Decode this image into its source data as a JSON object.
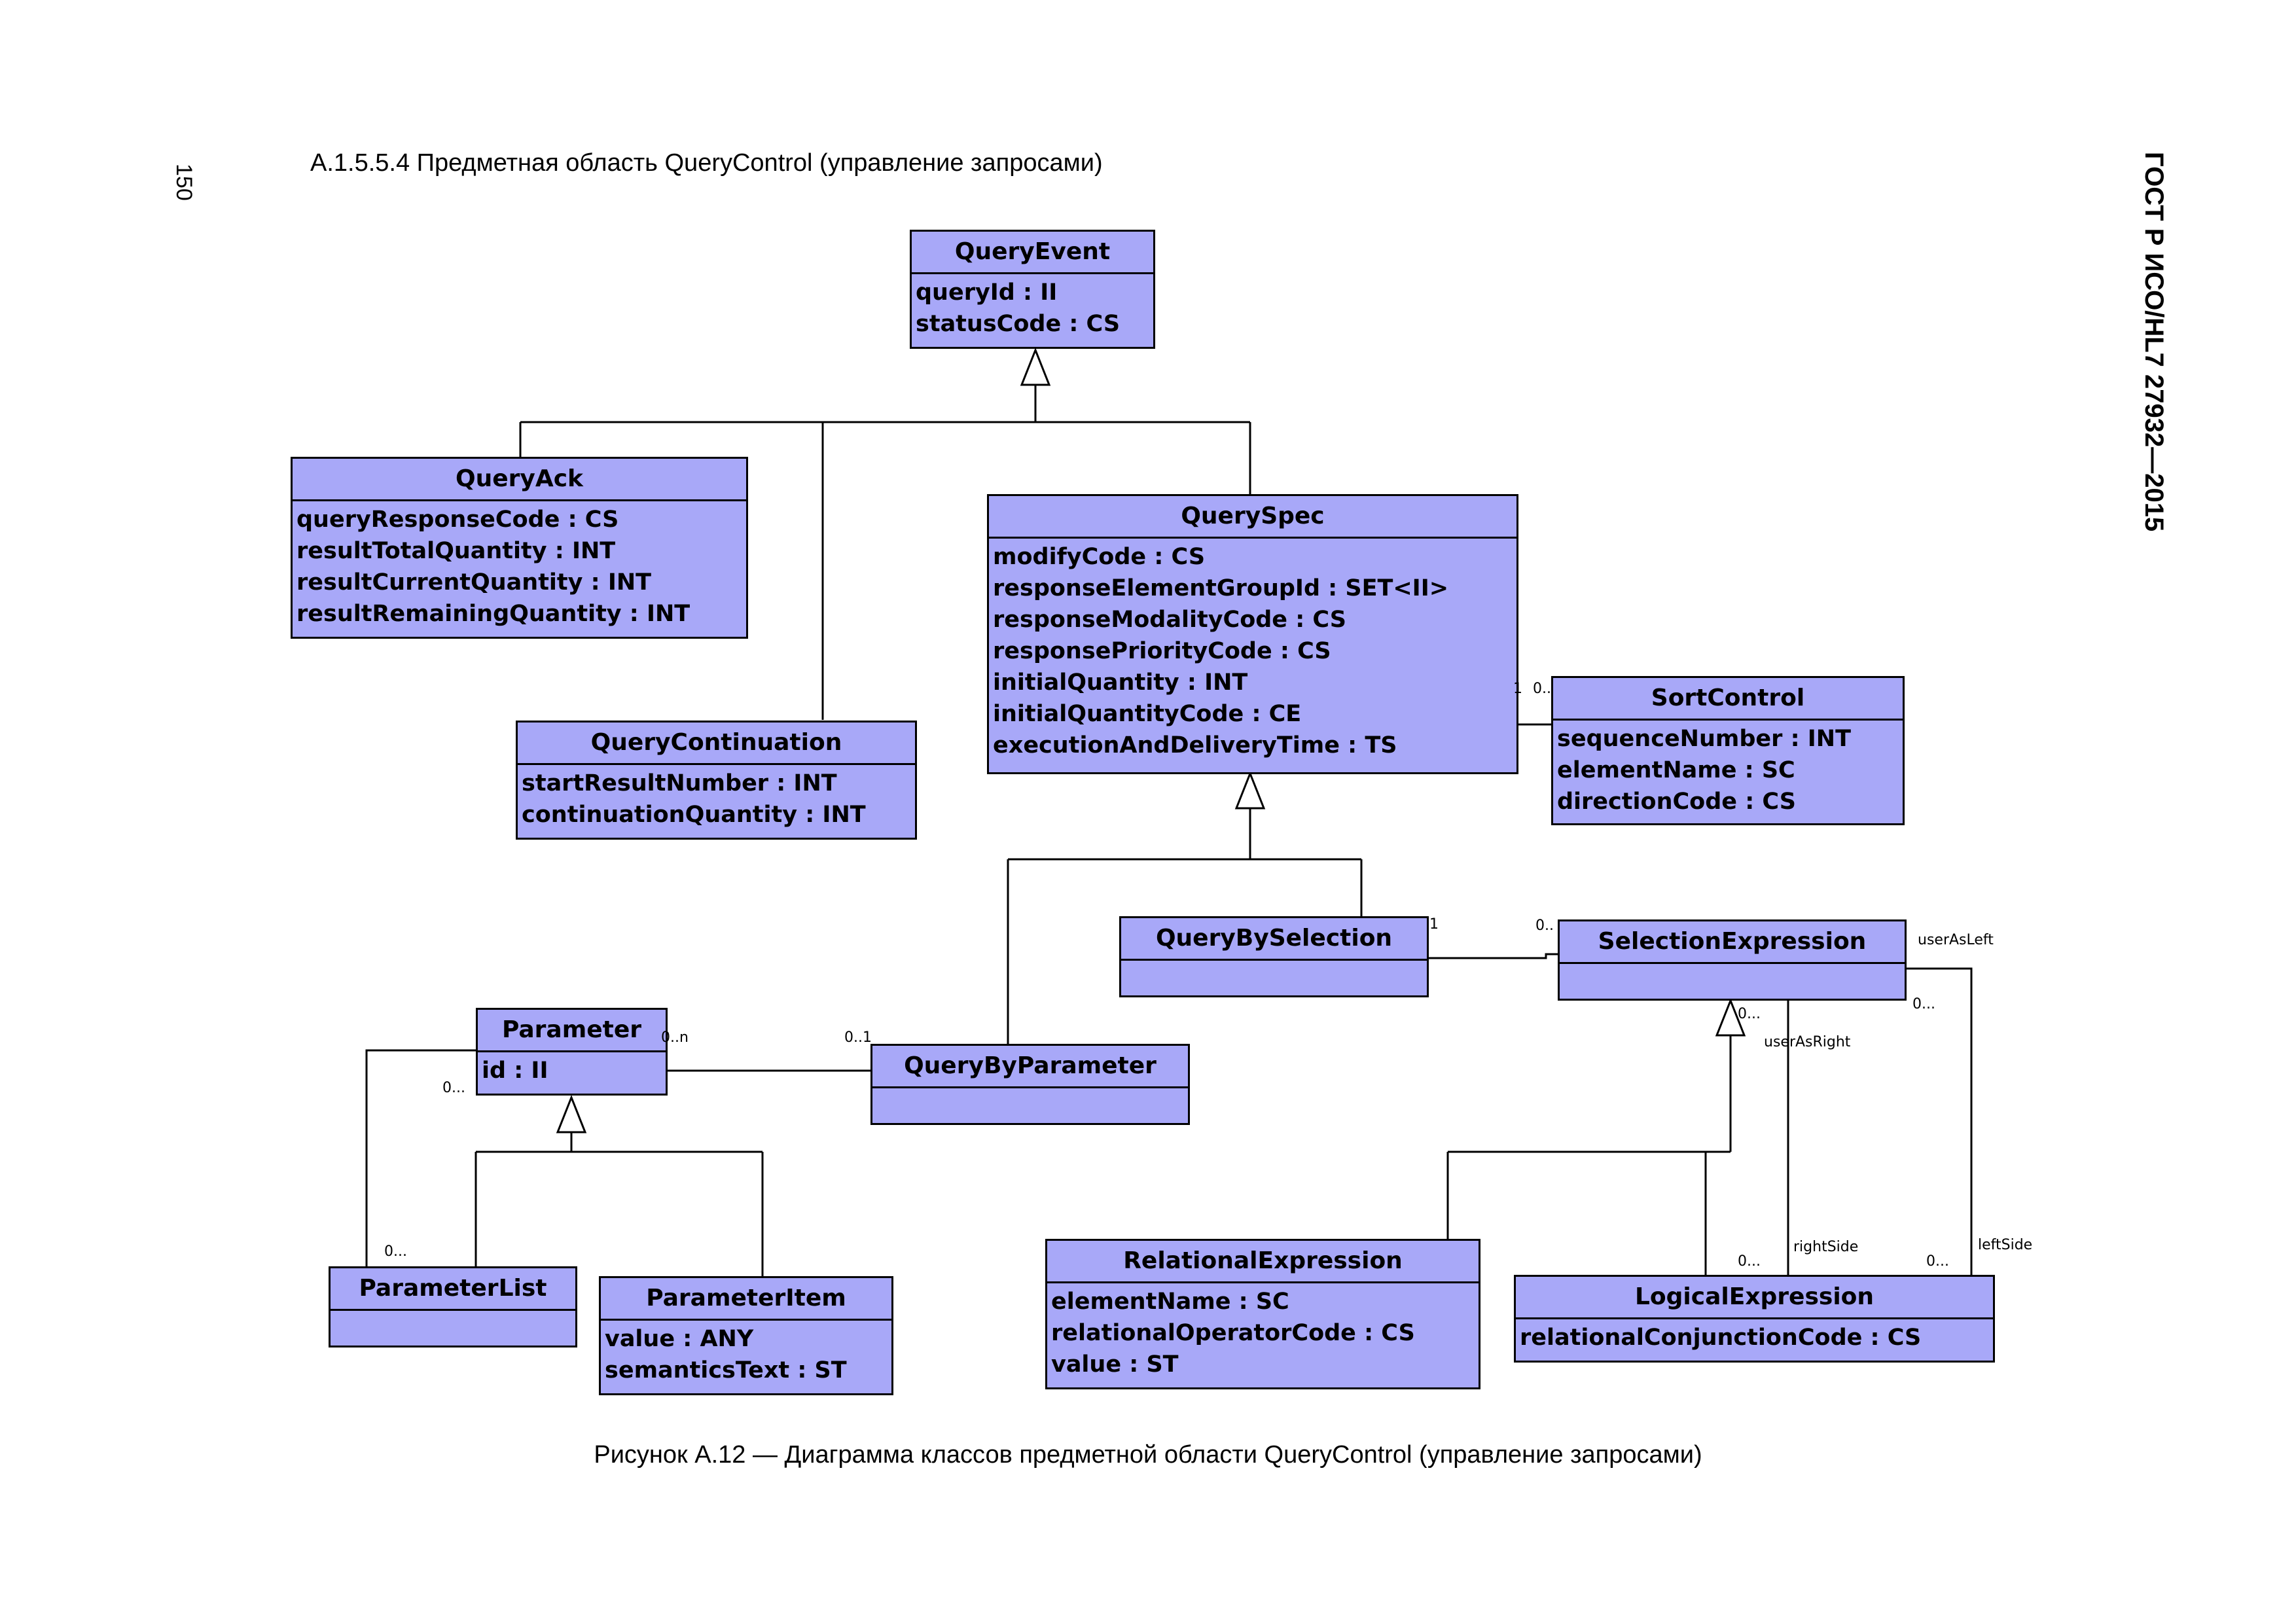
{
  "page": {
    "number": "150",
    "section_title": "А.1.5.5.4 Предметная область QueryControl (управление запросами)",
    "standard_title": "ГОСТ Р ИСО/HL7 27932—2015",
    "caption": "Рисунок А.12 — Диаграмма классов предметной области QueryControl (управление запросами)"
  },
  "classes": {
    "queryEvent": {
      "name": "QueryEvent",
      "attrs": [
        "queryId : II",
        "statusCode : CS"
      ]
    },
    "queryAck": {
      "name": "QueryAck",
      "attrs": [
        "queryResponseCode : CS",
        "resultTotalQuantity : INT",
        "resultCurrentQuantity : INT",
        "resultRemainingQuantity : INT"
      ]
    },
    "queryContinuation": {
      "name": "QueryContinuation",
      "attrs": [
        "startResultNumber : INT",
        "continuationQuantity : INT"
      ]
    },
    "querySpec": {
      "name": "QuerySpec",
      "attrs": [
        "modifyCode : CS",
        "responseElementGroupId : SET<II>",
        "responseModalityCode : CS",
        "responsePriorityCode : CS",
        "initialQuantity : INT",
        "initialQuantityCode : CE",
        "executionAndDeliveryTime : TS"
      ]
    },
    "sortControl": {
      "name": "SortControl",
      "attrs": [
        "sequenceNumber : INT",
        "elementName : SC",
        "directionCode : CS"
      ]
    },
    "queryBySelection": {
      "name": "QueryBySelection",
      "attrs": []
    },
    "selectionExpression": {
      "name": "SelectionExpression",
      "attrs": []
    },
    "parameter": {
      "name": "Parameter",
      "attrs": [
        "id : II"
      ]
    },
    "queryByParameter": {
      "name": "QueryByParameter",
      "attrs": []
    },
    "parameterList": {
      "name": "ParameterList",
      "attrs": []
    },
    "parameterItem": {
      "name": "ParameterItem",
      "attrs": [
        "value : ANY",
        "semanticsText : ST"
      ]
    },
    "relationalExpression": {
      "name": "RelationalExpression",
      "attrs": [
        "elementName : SC",
        "relationalOperatorCode : CS",
        "value : ST"
      ]
    },
    "logicalExpression": {
      "name": "LogicalExpression",
      "attrs": [
        "relationalConjunctionCode : CS"
      ]
    }
  },
  "multiplicities": {
    "spec_sort_1": "1",
    "spec_sort_0": "0..",
    "sel_1": "1",
    "sel_0": "0..",
    "param_n": "0..n",
    "qbp_01": "0..1",
    "param_list_0": "0...",
    "list_0": "0...",
    "selexp_right_0": "0...",
    "selexp_left_0": "0...",
    "logic_right_0": "0...",
    "logic_left_0": "0..."
  },
  "roles": {
    "users_as_left": "userAsLeft",
    "users_as_right": "userAsRight",
    "right_side": "rightSide",
    "left_side": "leftSide"
  }
}
